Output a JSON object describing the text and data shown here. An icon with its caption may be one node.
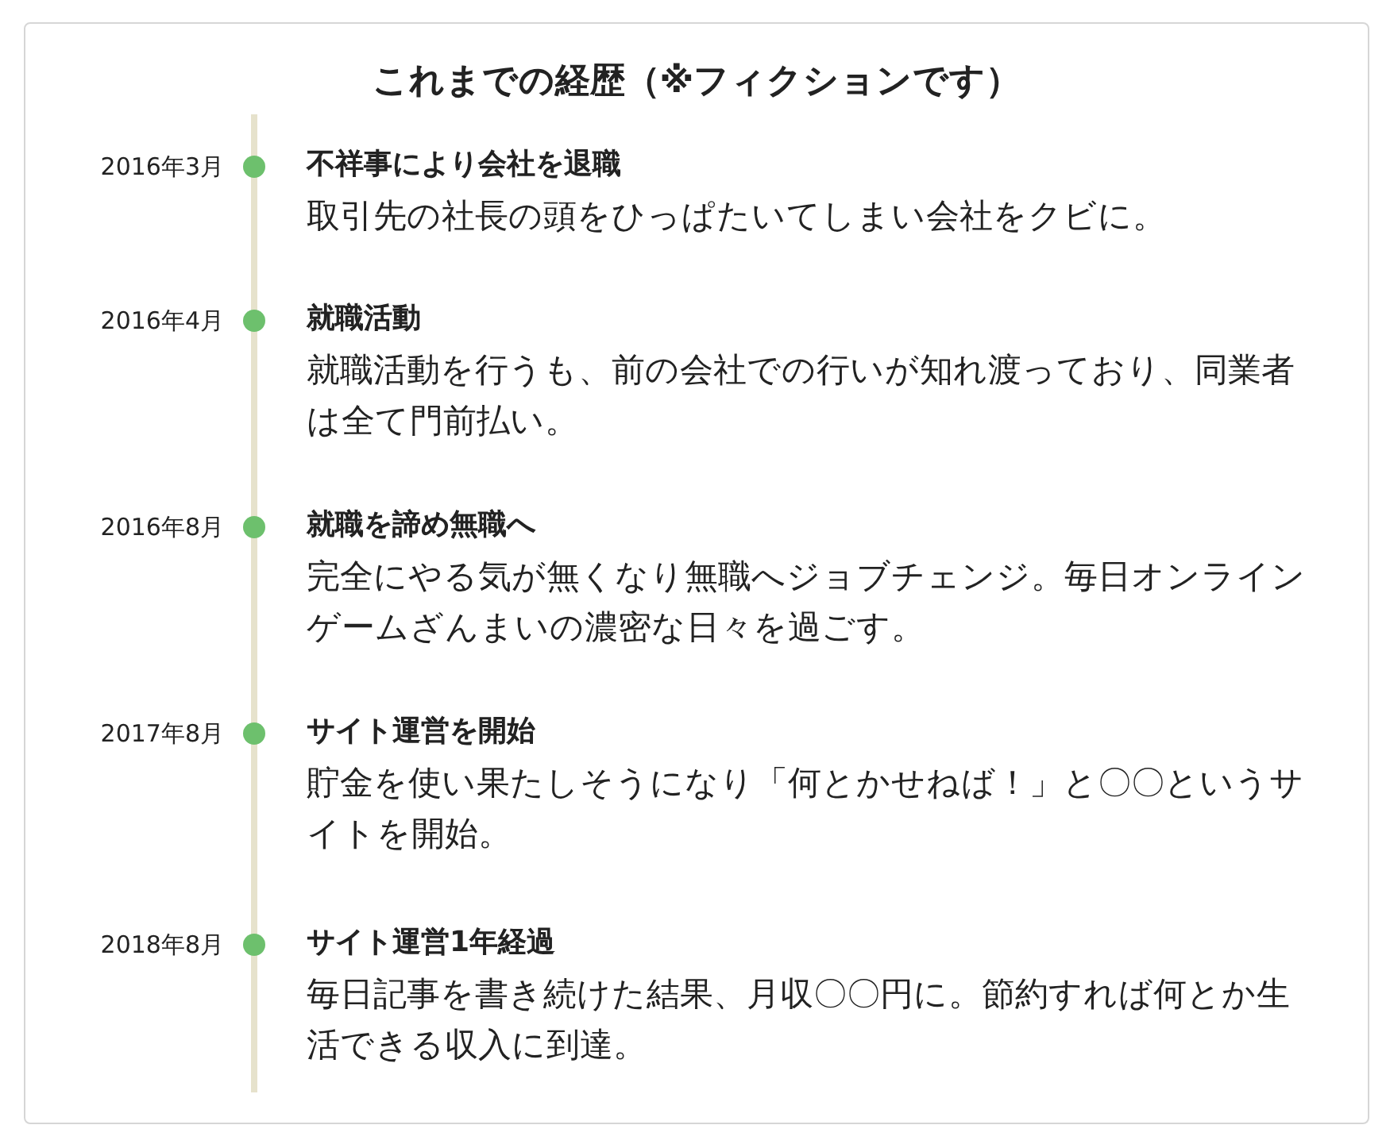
{
  "diagram": {
    "title": "これまでの経歴（※フィクションです）",
    "nodes": [
      {
        "text": [
          "不祥事により会社を退職",
          "取引先の社長の頭をひっぱたいてしまい会社をクビに。"
        ],
        "beside": [
          "2016年3月"
        ]
      },
      {
        "text": [
          "就職活動",
          "就職活動を行うも、前の会社での行いが知れ渡っており、同業者は全て門前払い。"
        ],
        "beside": [
          "2016年4月"
        ]
      },
      {
        "text": [
          "就職を諦め無職へ",
          "完全にやる気が無くなり無職へジョブチェンジ。毎日オンラインゲームざんまいの濃密な日々を過ごす。"
        ],
        "beside": [
          "2016年8月"
        ]
      },
      {
        "text": [
          "サイト運営を開始",
          "貯金を使い果たしそうになり「何とかせねば！」と〇〇というサイトを開始。"
        ],
        "beside": [
          "2017年8月"
        ]
      },
      {
        "text": [
          "サイト運営1年経過",
          "毎日記事を書き続けた結果、月収〇〇円に。節約すれば何とか生活できる収入に到達。"
        ],
        "beside": [
          "2018年8月"
        ]
      }
    ]
  }
}
